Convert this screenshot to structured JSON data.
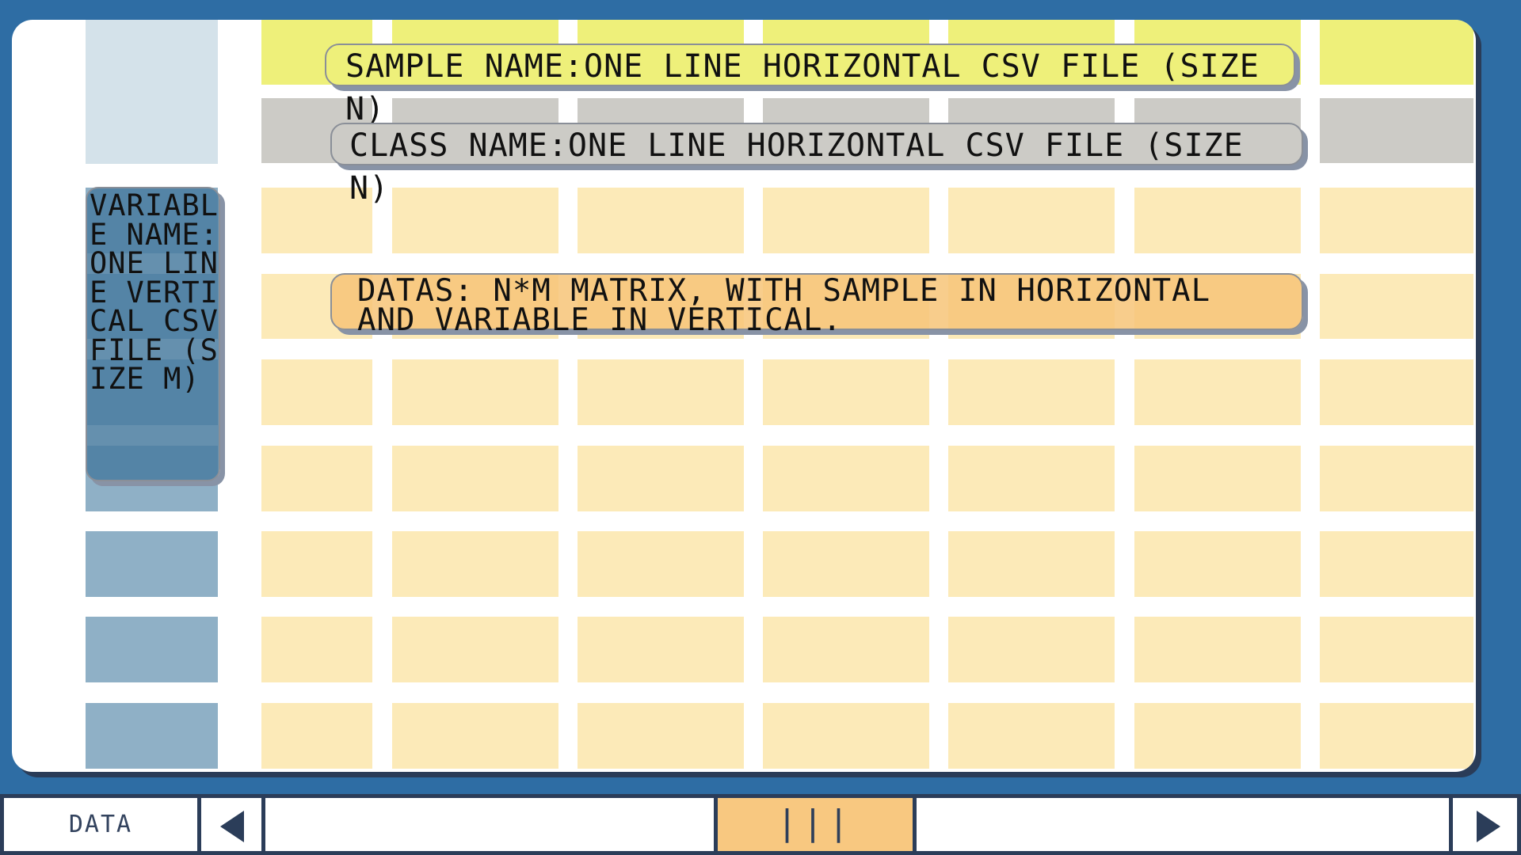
{
  "labels": {
    "sample": "SAMPLE NAME:ONE LINE HORIZONTAL CSV FILE (SIZE N)",
    "class": "CLASS NAME:ONE LINE HORIZONTAL CSV FILE (SIZE N)",
    "variable": "VARIABLE NAME: ONE LINE VERTICAL CSV FILE (SIZE M)",
    "datas": "DATAS: N*M MATRIX, WITH SAMPLE IN HORIZONTAL\nAND VARIABLE IN VERTICAL."
  },
  "bottom_bar": {
    "tab_label": "DATA",
    "thumb_glyph": "|||",
    "prev_icon": "triangle-left-icon",
    "next_icon": "triangle-right-icon"
  },
  "colors": {
    "background": "#2e6da4",
    "sample_row": "#eef07a",
    "class_row": "#cccbc6",
    "variable_column": "#8fb0c6",
    "data_cell": "#fceab8",
    "thumb": "#f8c880"
  }
}
